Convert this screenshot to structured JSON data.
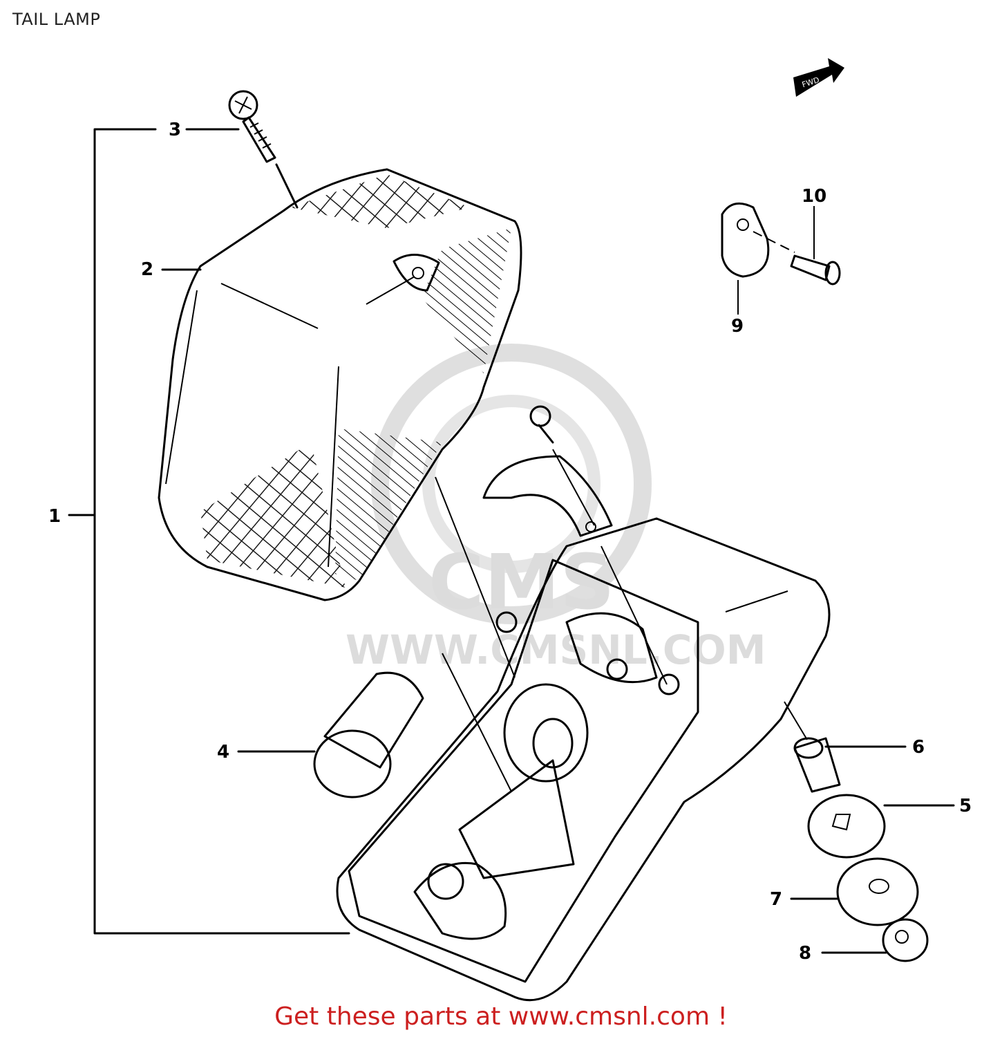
{
  "title": "TAIL LAMP",
  "footer": "Get these parts at www.cmsnl.com !",
  "colors": {
    "footer": "#cc1f1f",
    "watermark": "#d9d9d9",
    "line": "#000000"
  },
  "watermark": {
    "logo": "CMS",
    "url": "WWW.CMSNL.COM"
  },
  "fwd_arrow": "FWD",
  "callouts": [
    {
      "id": "1",
      "text": "1"
    },
    {
      "id": "2",
      "text": "2"
    },
    {
      "id": "3",
      "text": "3"
    },
    {
      "id": "4",
      "text": "4"
    },
    {
      "id": "5",
      "text": "5"
    },
    {
      "id": "6",
      "text": "6"
    },
    {
      "id": "7",
      "text": "7"
    },
    {
      "id": "8",
      "text": "8"
    },
    {
      "id": "9",
      "text": "9"
    },
    {
      "id": "10",
      "text": "10"
    }
  ]
}
